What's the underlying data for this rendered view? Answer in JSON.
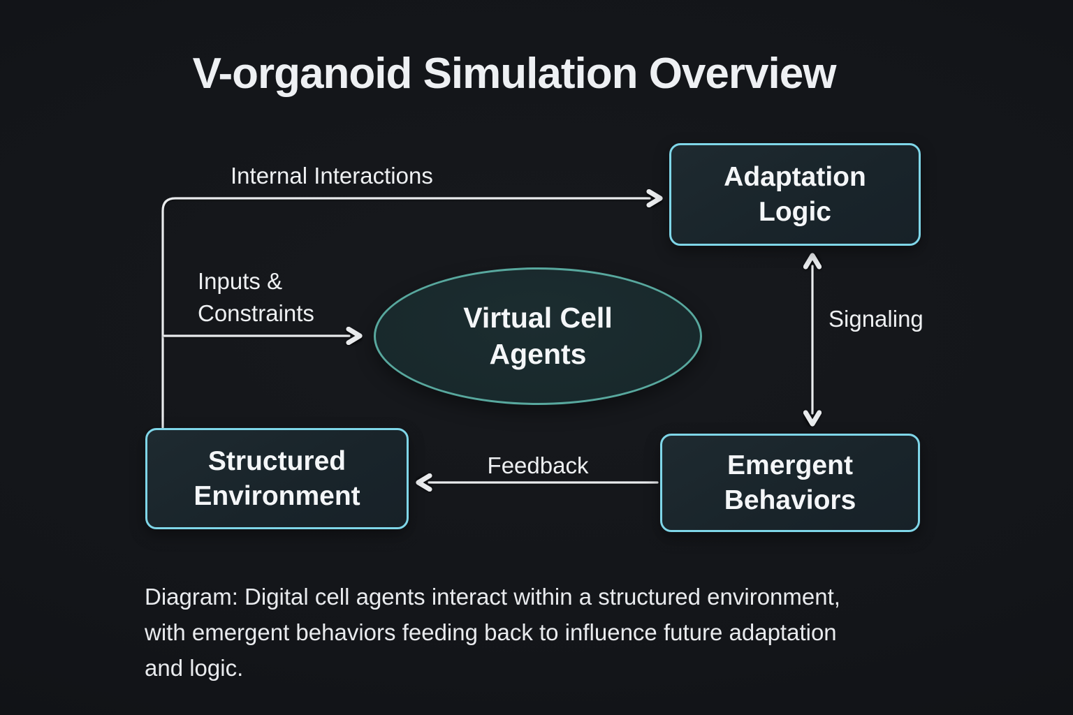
{
  "diagram": {
    "title": "V-organoid Simulation Overview",
    "nodes": {
      "adaptation_logic": "Adaptation\nLogic",
      "virtual_cell_agents": "Virtual Cell\nAgents",
      "structured_environment": "Structured\nEnvironment",
      "emergent_behaviors": "Emergent\nBehaviors"
    },
    "edges": {
      "internal_interactions": "Internal Interactions",
      "inputs_constraints": "Inputs &\nConstraints",
      "signaling": "Signaling",
      "feedback": "Feedback"
    },
    "caption": {
      "lines": [
        "Diagram: Digital cell agents interact within a structured environment,",
        "with emergent behaviors feeding back to influence future adaptation",
        "and logic."
      ]
    },
    "colors": {
      "background": "#131519",
      "box_border": "#7fd6e8",
      "box_fill": "#1b262b",
      "ellipse_border": "#58a89e",
      "ellipse_fill": "#19292c",
      "connector": "#e9ebed",
      "text": "#f2f4f6"
    }
  }
}
